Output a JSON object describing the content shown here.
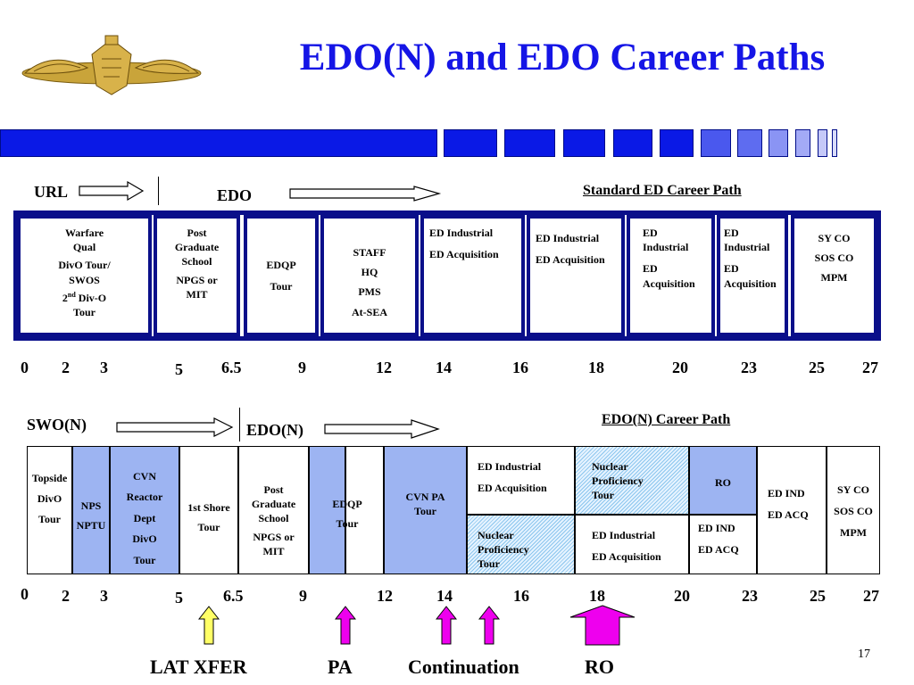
{
  "title": "EDO(N) and EDO Career Paths",
  "colors": {
    "title": "#1515e6",
    "band": "#0a19e6",
    "frame": "#0a0f8a",
    "blue_cell": "#9db4f2",
    "pink_arrow": "#ee00ee",
    "yellow_arrow": "#ffff66"
  },
  "top": {
    "label_url": "URL",
    "label_edo": "EDO",
    "path_title": "Standard ED Career Path",
    "cells": [
      {
        "l1": "Warfare",
        "l2": "Qual",
        "l3": "DivO Tour/",
        "l4": "SWOS",
        "l5": "2",
        "l5sup": "nd",
        "l5rest": " Div-O",
        "l6": "Tour"
      },
      {
        "l1": "Post",
        "l2": "Graduate",
        "l3": "School",
        "l4": "NPGS or",
        "l5": "MIT"
      },
      {
        "l1": "EDQP",
        "l2": "Tour"
      },
      {
        "l1": "STAFF",
        "l2": "HQ",
        "l3": "PMS",
        "l4": "At-SEA"
      },
      {
        "l1": "ED Industrial",
        "l2": "ED Acquisition"
      },
      {
        "l1": "ED Industrial",
        "l2": "ED Acquisition"
      },
      {
        "l1": "ED",
        "l2": "Industrial",
        "l3": "ED",
        "l4": "Acquisition"
      },
      {
        "l1": "ED",
        "l2": "Industrial",
        "l3": "ED",
        "l4": "Acquisition"
      },
      {
        "l1": "SY CO",
        "l2": "SOS CO",
        "l3": "MPM"
      }
    ],
    "ticks": [
      "0",
      "2",
      "3",
      "5",
      "6.5",
      "9",
      "12",
      "14",
      "16",
      "18",
      "20",
      "23",
      "25",
      "27"
    ]
  },
  "bottom": {
    "label_swo": "SWO(N)",
    "label_edon": "EDO(N)",
    "path_title": "EDO(N) Career Path",
    "topside": [
      "Topside",
      "DivO",
      "Tour"
    ],
    "nps": [
      "NPS",
      "NPTU"
    ],
    "cvn": [
      "CVN",
      "Reactor",
      "Dept",
      "DivO",
      "Tour"
    ],
    "shore": [
      "1st Shore",
      "Tour"
    ],
    "pgs": [
      "Post",
      "Graduate",
      "School",
      "NPGS or",
      "MIT"
    ],
    "edqp": [
      "EDQP",
      "Tour"
    ],
    "cvnpa": [
      "CVN PA",
      "Tour"
    ],
    "ed_ind_acq": [
      "ED Industrial",
      "ED Acquisition"
    ],
    "nuc_top": [
      "Nuclear",
      "Proficiency",
      "Tour"
    ],
    "ro": "RO",
    "nuc_bottom": [
      "Nuclear",
      "Proficiency",
      "Tour"
    ],
    "ed_ind_acq2": [
      "ED Industrial",
      "ED Acquisition"
    ],
    "ed_ind_acq3": [
      "ED IND",
      "ED ACQ"
    ],
    "ed_ind_acq4": [
      "ED IND",
      "ED ACQ"
    ],
    "syco": [
      "SY CO",
      "SOS CO",
      "MPM"
    ],
    "ticks": [
      "0",
      "2",
      "3",
      "5",
      "6.5",
      "9",
      "12",
      "14",
      "16",
      "18",
      "20",
      "23",
      "25",
      "27"
    ]
  },
  "legend": {
    "lat": "LAT XFER",
    "pa": "PA",
    "cont": "Continuation",
    "ro": "RO"
  },
  "page_number": "17"
}
